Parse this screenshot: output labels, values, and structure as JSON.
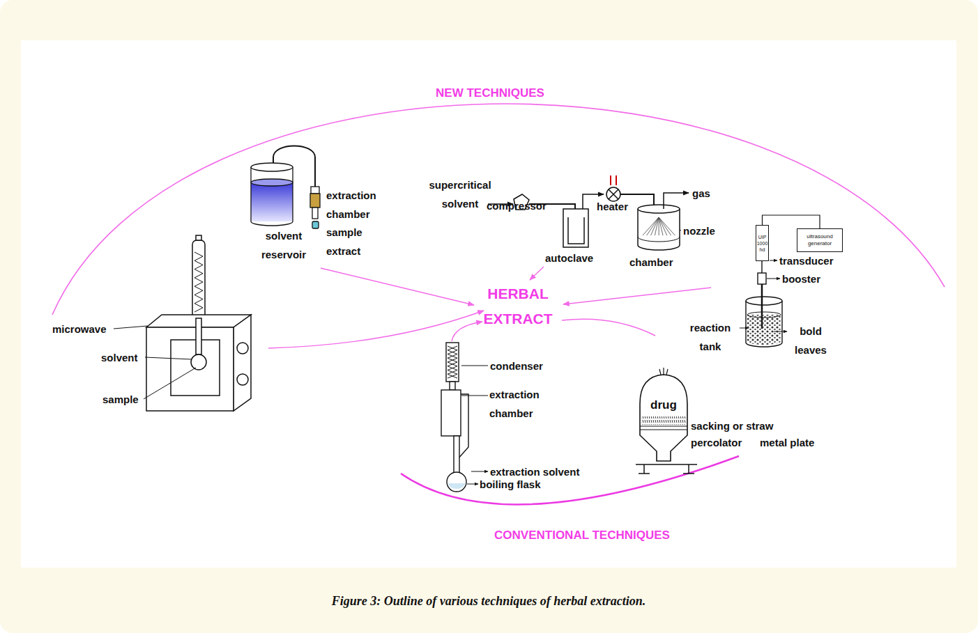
{
  "diagram": {
    "caption": "Figure 3: Outline of various techniques of herbal extraction.",
    "nodes": [
      {
        "text": [
          "HERBAL EXTRACT"
        ]
      },
      {
        "text": [
          "UIP 1000 hd"
        ]
      },
      {
        "text": [
          "ultrasound generator"
        ]
      },
      {
        "text": [
          "drug"
        ]
      }
    ],
    "edges": [
      {
        "from": 2,
        "to": 1,
        "arrow": "none"
      }
    ],
    "labels": [
      "NEW TECHNIQUES",
      "supercritical solvent",
      "compressor",
      "heater",
      "gas",
      "nozzle",
      "chamber",
      "autoclave",
      "extraction chamber",
      "sample extract",
      "solvent reservoir",
      "microwave",
      "solvent",
      "sample",
      "transducer",
      "booster",
      "reaction tank",
      "bold leaves",
      "condenser",
      "extraction chamber",
      "extraction solvent",
      "boiling flask",
      "sacking or straw",
      "percolator",
      "metal plate",
      "CONVENTIONAL TECHNIQUES"
    ]
  }
}
